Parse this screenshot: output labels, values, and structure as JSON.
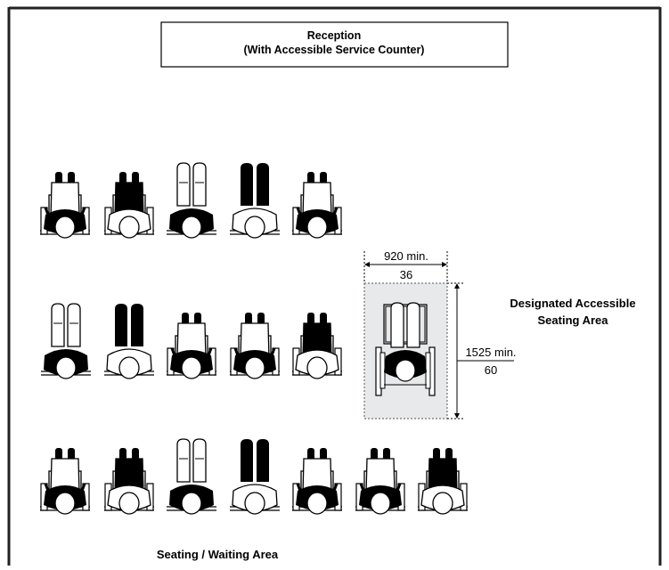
{
  "reception": {
    "line1": "Reception",
    "line2": "(With Accessible Service Counter)"
  },
  "accessible_area": {
    "line1": "Designated Accessible",
    "line2": "Seating Area"
  },
  "dimensions": {
    "width_mm": "920 min.",
    "width_in": "36",
    "depth_mm": "1525 min.",
    "depth_in": "60"
  },
  "waiting_area": {
    "label": "Seating / Waiting Area"
  },
  "seating_rows": [
    {
      "row": 1,
      "people": [
        "light",
        "dark",
        "standing-light",
        "standing-dark",
        "light"
      ]
    },
    {
      "row": 2,
      "people": [
        "standing-light",
        "standing-dark",
        "light",
        "light",
        "dark"
      ]
    },
    {
      "row": 3,
      "people": [
        "light",
        "dark",
        "standing-light",
        "standing-dark",
        "light",
        "light",
        "dark"
      ]
    }
  ],
  "colors": {
    "line": "#000000",
    "wheelchair_space_fill": "#e8e9ea",
    "wall": "#222222"
  }
}
